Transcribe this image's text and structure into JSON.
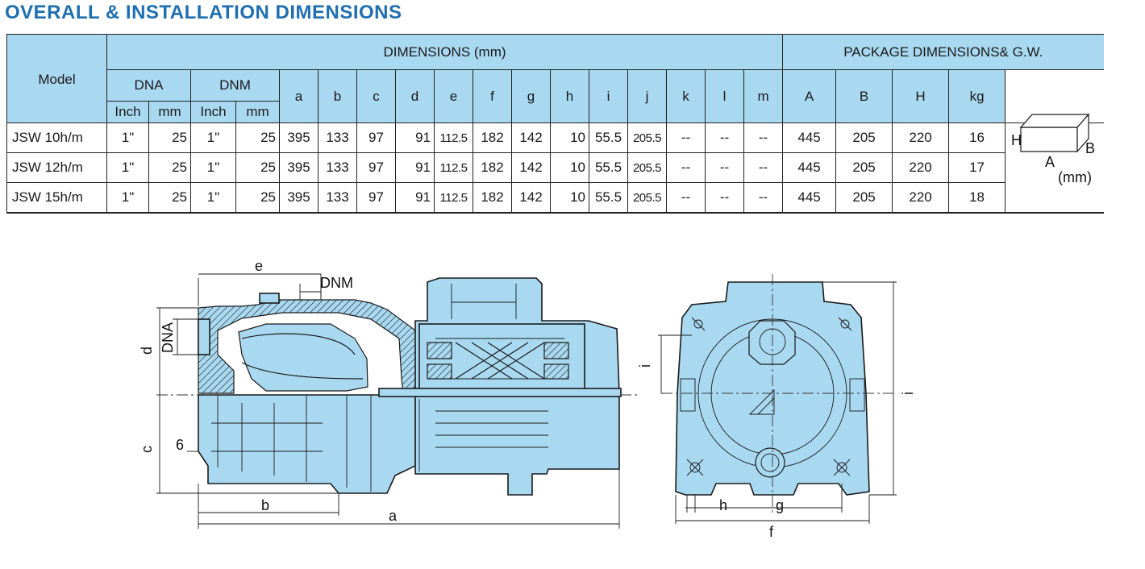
{
  "title": "OVERALL & INSTALLATION DIMENSIONS",
  "table": {
    "model_header": "Model",
    "dimensions_header": "DIMENSIONS (mm)",
    "package_header": "PACKAGE DIMENSIONS& G.W.",
    "dna_header": "DNA",
    "dnm_header": "DNM",
    "unit_inch": "Inch",
    "unit_mm": "mm",
    "letter_columns": [
      "a",
      "b",
      "c",
      "d",
      "e",
      "f",
      "g",
      "h",
      "i",
      "j",
      "k",
      "l",
      "m"
    ],
    "package_columns": [
      "A",
      "B",
      "H",
      "kg"
    ],
    "rows": [
      {
        "model": "JSW 10h/m",
        "dna_inch": "1\"",
        "dna_mm": "25",
        "dnm_inch": "1\"",
        "dnm_mm": "25",
        "a": "395",
        "b": "133",
        "c": "97",
        "d": "91",
        "e": "112.5",
        "f": "182",
        "g": "142",
        "h": "10",
        "i": "55.5",
        "j": "205.5",
        "k": "--",
        "l": "--",
        "m": "--",
        "A": "445",
        "B": "205",
        "H": "220",
        "kg": "16"
      },
      {
        "model": "JSW 12h/m",
        "dna_inch": "1\"",
        "dna_mm": "25",
        "dnm_inch": "1\"",
        "dnm_mm": "25",
        "a": "395",
        "b": "133",
        "c": "97",
        "d": "91",
        "e": "112.5",
        "f": "182",
        "g": "142",
        "h": "10",
        "i": "55.5",
        "j": "205.5",
        "k": "--",
        "l": "--",
        "m": "--",
        "A": "445",
        "B": "205",
        "H": "220",
        "kg": "17"
      },
      {
        "model": "JSW 15h/m",
        "dna_inch": "1\"",
        "dna_mm": "25",
        "dnm_inch": "1\"",
        "dnm_mm": "25",
        "a": "395",
        "b": "133",
        "c": "97",
        "d": "91",
        "e": "112.5",
        "f": "182",
        "g": "142",
        "h": "10",
        "i": "55.5",
        "j": "205.5",
        "k": "--",
        "l": "--",
        "m": "--",
        "A": "445",
        "B": "205",
        "H": "220",
        "kg": "18"
      }
    ]
  },
  "package_box": {
    "label_h": "H",
    "label_a": "A",
    "label_b": "B",
    "unit": "(mm)"
  },
  "side_view": {
    "label_e": "e",
    "label_dnm": "DNM",
    "label_dna": "DNA",
    "label_d": "d",
    "label_c": "c",
    "label_6": "6",
    "label_b": "b",
    "label_a": "a"
  },
  "front_view": {
    "label_i_short": "i",
    "label_i_full": "i",
    "label_h": "h",
    "label_g": "g",
    "label_f": "f"
  },
  "colors": {
    "title": "#1f6fb0",
    "header_fill": "#a9d8f1",
    "pump_fill": "#a9d8f1"
  }
}
